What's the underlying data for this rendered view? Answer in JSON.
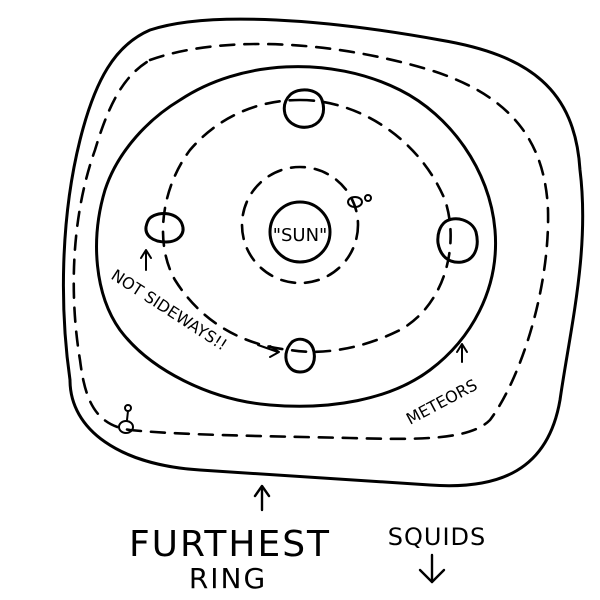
{
  "labels": {
    "sun": "\"SUN\"",
    "not_sideways": "NOT SIDEWAYS!!",
    "meteors": "METEORS",
    "furthest_line1": "FURTHEST",
    "furthest_line2": "RING",
    "squids": "SQUIDS"
  },
  "colors": {
    "ink": "#000000",
    "background": "#ffffff"
  }
}
